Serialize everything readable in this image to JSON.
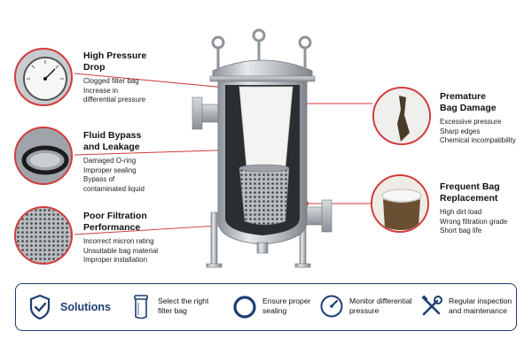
{
  "callouts": {
    "high_pressure": {
      "title": [
        "High Pressure",
        "Drop"
      ],
      "lines": [
        "Clogged filter bag",
        "Increase in",
        "differential pressure"
      ]
    },
    "fluid_bypass": {
      "title": [
        "Fluid Bypass",
        "and Leakage"
      ],
      "lines": [
        "Damaged O-ring",
        "Improper sealing",
        "Bypass of",
        "contaminated liquid"
      ]
    },
    "poor_filtration": {
      "title": [
        "Poor Filtration",
        "Performance"
      ],
      "lines": [
        "Incorrect micron rating",
        "Unsuitable bag material",
        "Improper installation"
      ]
    },
    "premature_damage": {
      "title": [
        "Premature",
        "Bag Damage"
      ],
      "lines": [
        "Excessive pressure",
        "Sharp edges",
        "Chemical incompatibility"
      ]
    },
    "frequent_replacement": {
      "title": [
        "Frequent Bag",
        "Replacement"
      ],
      "lines": [
        "High dirt load",
        "Wrong filtration grade",
        "Short bag life"
      ]
    }
  },
  "solutions": {
    "title": "Solutions",
    "items": [
      {
        "lines": [
          "Select the right",
          "filter bag"
        ],
        "icon": "filter-bag-icon"
      },
      {
        "lines": [
          "Ensure proper",
          "sealing"
        ],
        "icon": "o-ring-icon"
      },
      {
        "lines": [
          "Monitor differential",
          "pressure"
        ],
        "icon": "gauge-icon"
      },
      {
        "lines": [
          "Regular inspection",
          "and maintenance"
        ],
        "icon": "tools-icon"
      }
    ]
  },
  "colors": {
    "accent_red": "#d23b3b",
    "navy": "#1e3e73",
    "steel": "#b9bec4"
  }
}
